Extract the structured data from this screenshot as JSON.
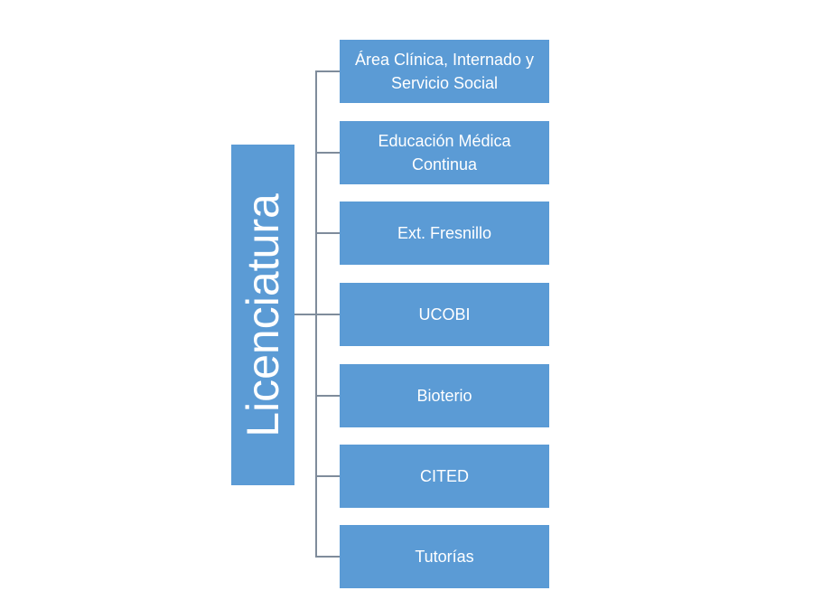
{
  "root": {
    "label": "Licenciatura"
  },
  "children": [
    {
      "label": "Área Clínica, Internado y Servicio Social"
    },
    {
      "label": "Educación Médica Continua"
    },
    {
      "label": "Ext. Fresnillo"
    },
    {
      "label": "UCOBI"
    },
    {
      "label": "Bioterio"
    },
    {
      "label": "CITED"
    },
    {
      "label": "Tutorías"
    }
  ],
  "colors": {
    "box_fill": "#5b9bd5",
    "connector": "#7f8c9b",
    "text": "#ffffff"
  }
}
